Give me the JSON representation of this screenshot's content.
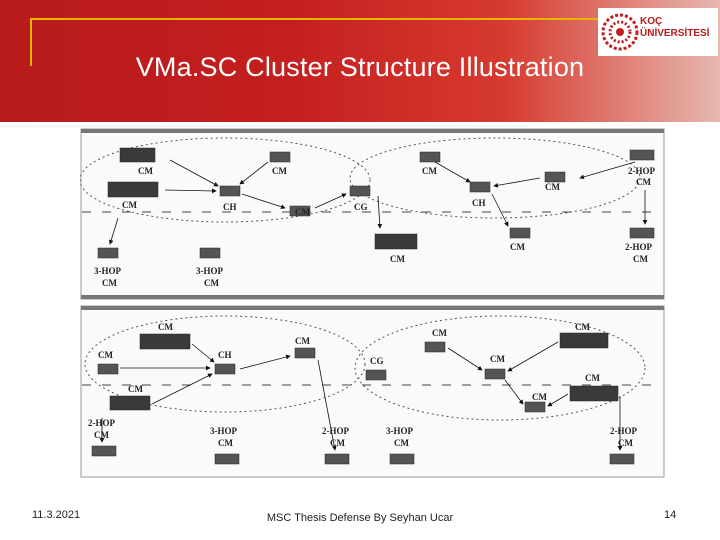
{
  "header": {
    "title": "VMa.SC Cluster Structure Illustration",
    "logo_line1": "KOÇ",
    "logo_line2": "ÜNİVERSİTESİ",
    "brand_color": "#c41f1f",
    "accent_color": "#e8b400"
  },
  "diagram": {
    "panel1_labels": [
      "CM",
      "CM",
      "CM",
      "CH",
      "CM",
      "CG",
      "CM",
      "CH",
      "CM",
      "2-HOP",
      "CM",
      "CM",
      "CM",
      "2-HOP",
      "CM",
      "3-HOP",
      "CM",
      "3-HOP",
      "CM"
    ],
    "panel2_labels": [
      "CM",
      "CM",
      "CH",
      "CM",
      "CG",
      "CM",
      "CM",
      "CM",
      "CM",
      "CM",
      "CM",
      "2-HOP",
      "CM",
      "3-HOP",
      "CM",
      "2-HOP",
      "CM",
      "3-HOP",
      "CM",
      "2-HOP",
      "CM"
    ]
  },
  "footer": {
    "date": "11.3.2021",
    "center": "MSC Thesis Defense By Seyhan Ucar",
    "page": "14"
  }
}
